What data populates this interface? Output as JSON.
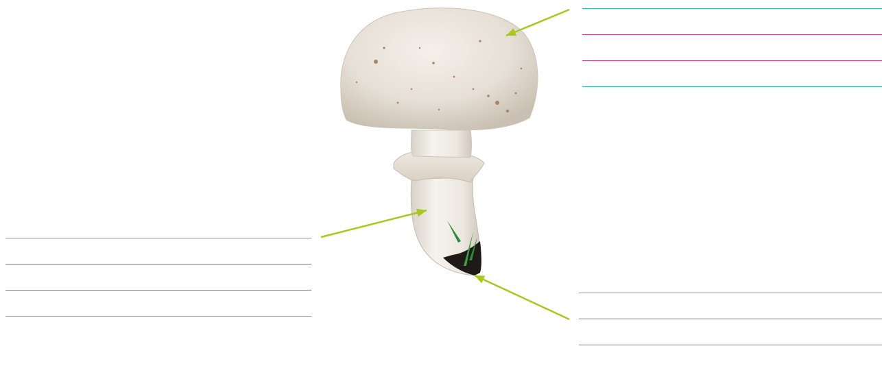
{
  "worksheet": {
    "label_sets": [
      {
        "id": "cap",
        "guide_colors": [
          "#33b8b3",
          "#d63f8f",
          "#d63f8f",
          "#33b8b3"
        ]
      },
      {
        "id": "stem",
        "guide_colors": [
          "#33b8b3",
          "#d63f8f",
          "#d63f8f",
          "#33b8b3"
        ]
      },
      {
        "id": "base",
        "guide_colors": [
          "#33b8b3",
          "#d63f8f",
          "#d63f8f"
        ]
      }
    ],
    "pointer_color": "#a8c81a"
  }
}
